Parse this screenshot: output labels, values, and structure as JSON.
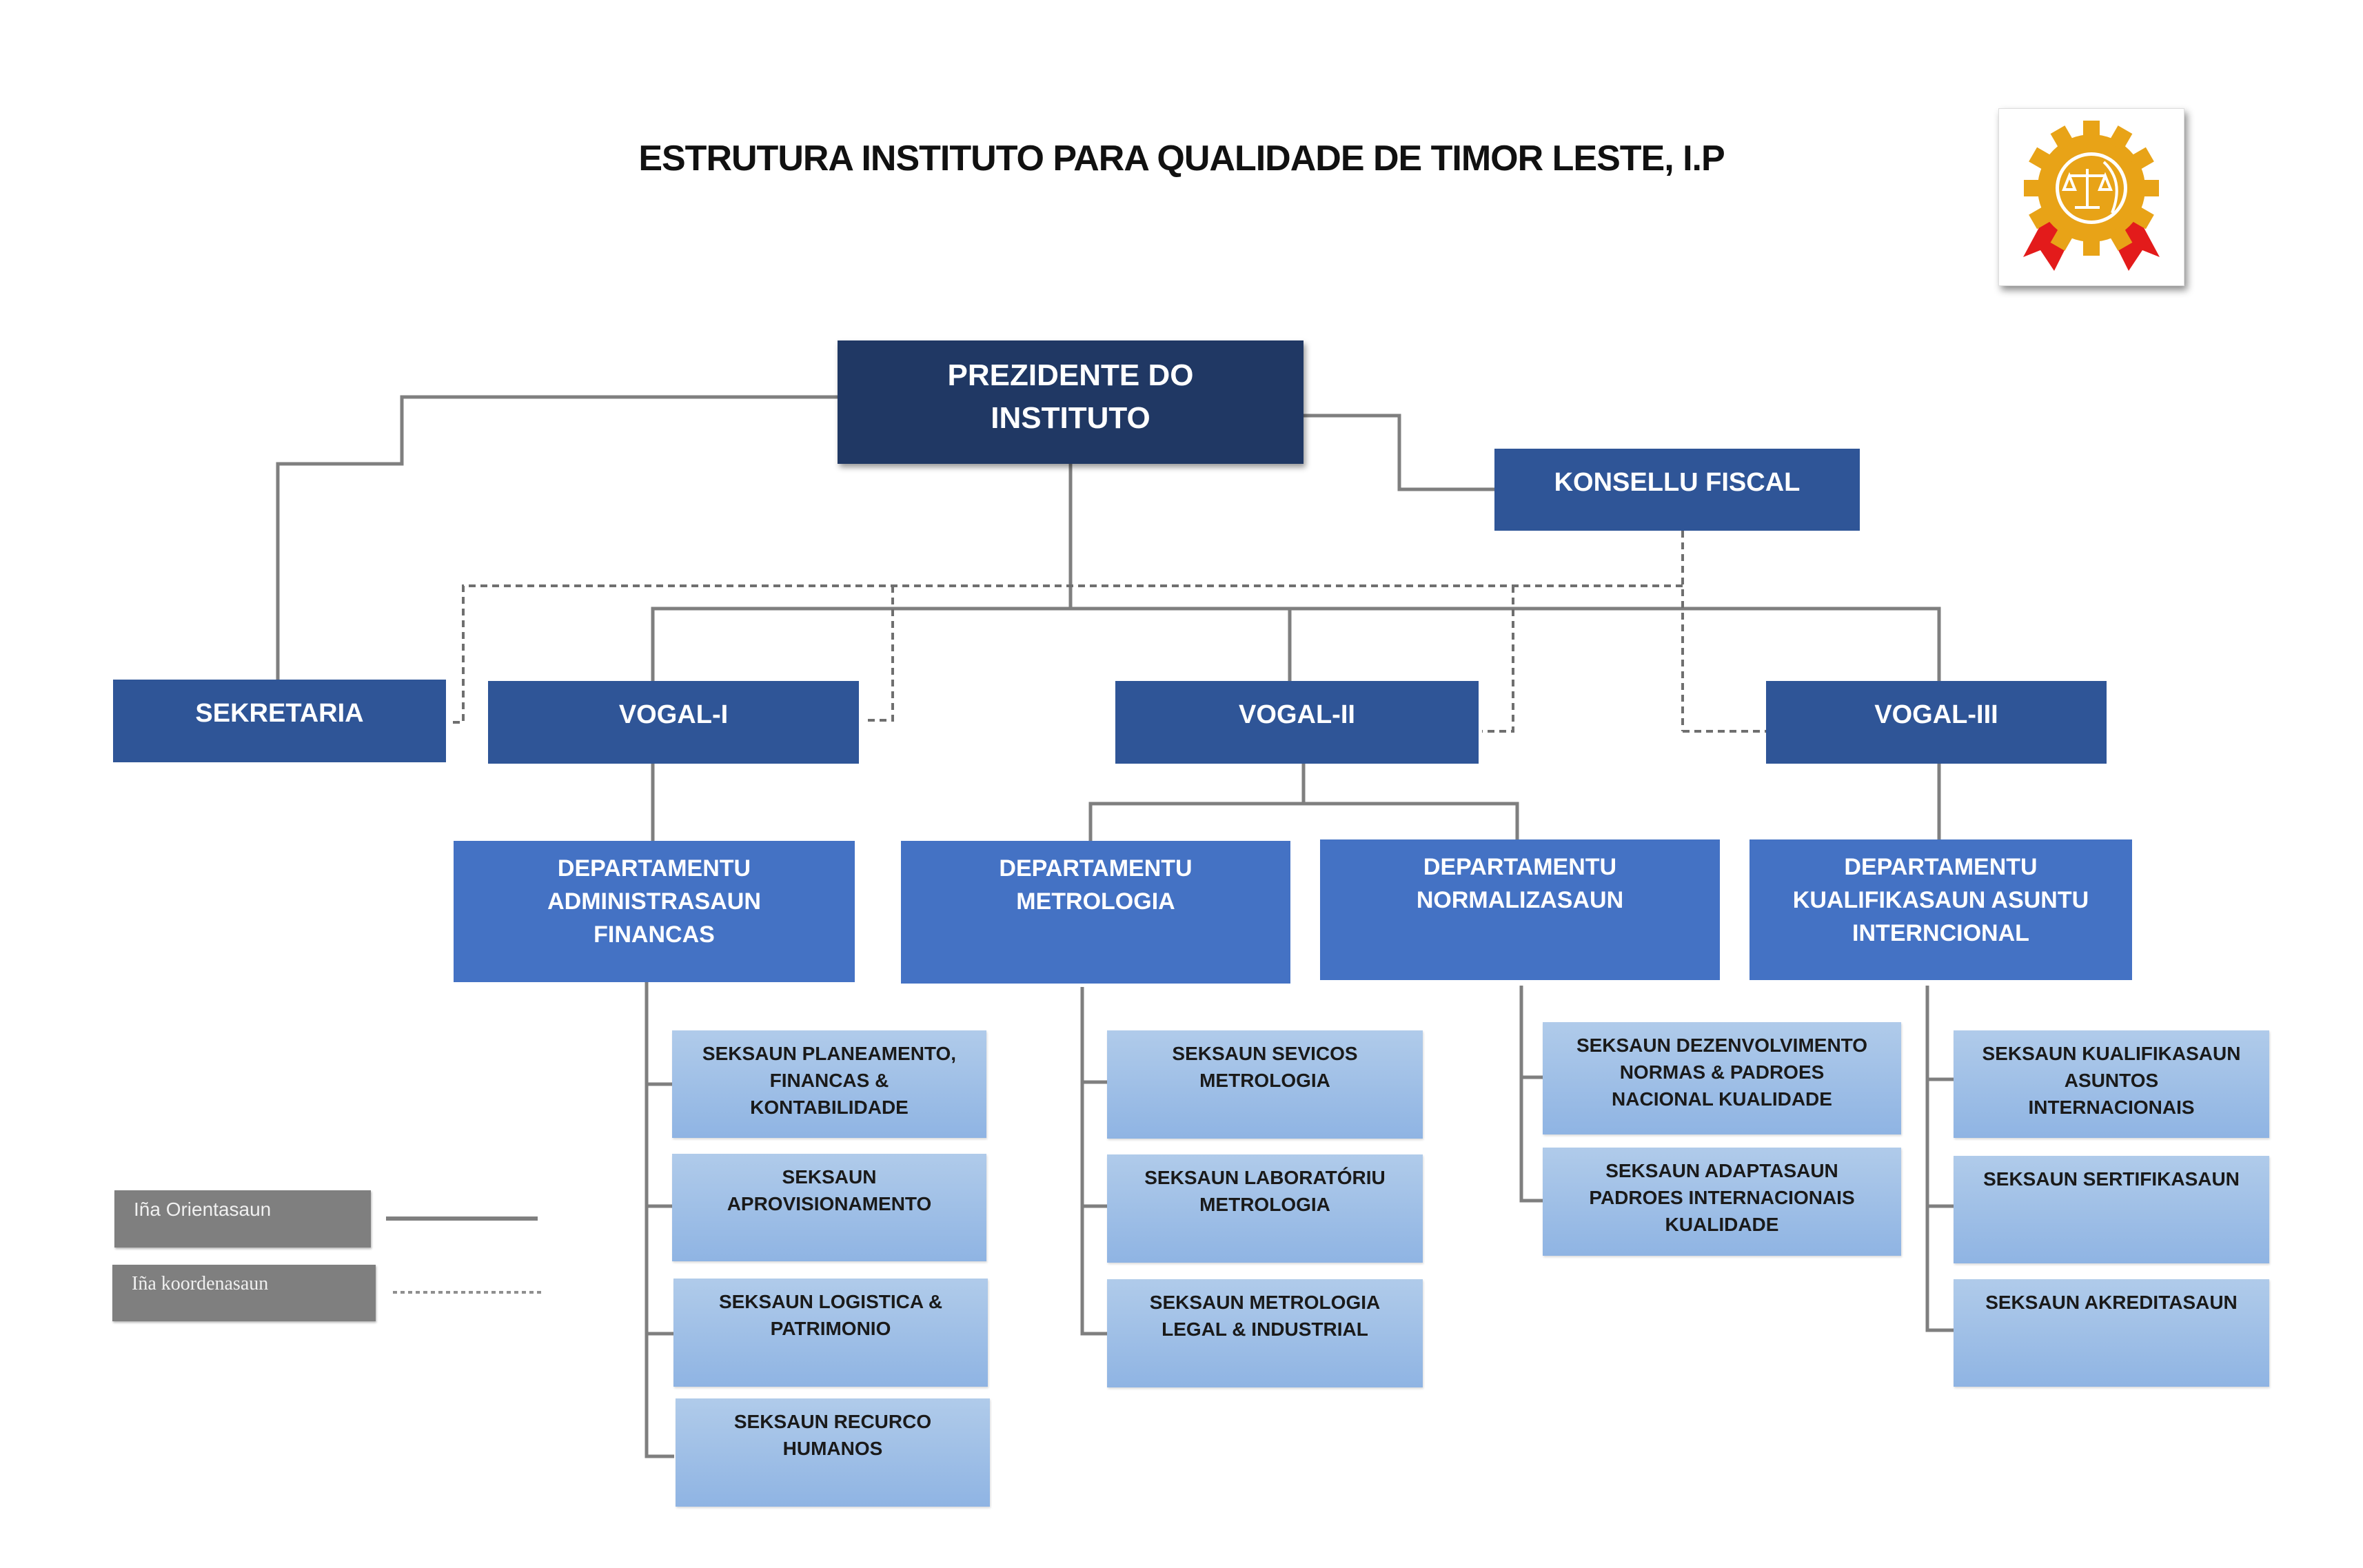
{
  "title": "ESTRUTURA INSTITUTO PARA QUALIDADE DE TIMOR LESTE, I.P",
  "logo": {
    "icon": "gear-scales-ribbon-emblem",
    "colors": {
      "gear": "#e8a317",
      "ribbon": "#e31b1b"
    }
  },
  "colors": {
    "president": "#203864",
    "level1": "#2f5597",
    "department": "#4472c4",
    "section_top": "#b0cbea",
    "section_bottom": "#8fb4e3",
    "line": "#7f7f7f",
    "legend": "#7f7f7f"
  },
  "nodes": {
    "prezidente": "PREZIDENTE DO\nINSTITUTO",
    "konsellu_fiscal": "KONSELLU FISCAL",
    "sekretaria": "SEKRETARIA",
    "vogal_1": "VOGAL-I",
    "vogal_2": "VOGAL-II",
    "vogal_3": "VOGAL-III"
  },
  "departments": [
    {
      "name": "DEPARTAMENTU\nADMINISTRASAUN\nFINANCAS",
      "reports_to": "VOGAL-I",
      "sections": [
        "SEKSAUN PLANEAMENTO,\nFINANCAS &\nKONTABILIDADE",
        "SEKSAUN\nAPROVISIONAMENTO",
        "SEKSAUN LOGISTICA &\nPATRIMONIO",
        "SEKSAUN RECURCO\nHUMANOS"
      ]
    },
    {
      "name": "DEPARTAMENTU\nMETROLOGIA",
      "reports_to": "VOGAL-II",
      "sections": [
        "SEKSAUN SEVICOS\nMETROLOGIA",
        "SEKSAUN LABORATÓRIU\nMETROLOGIA",
        "SEKSAUN METROLOGIA\nLEGAL & INDUSTRIAL"
      ]
    },
    {
      "name": "DEPARTAMENTU\nNORMALIZASAUN",
      "reports_to": "VOGAL-II",
      "sections": [
        "SEKSAUN DEZENVOLVIMENTO\nNORMAS & PADROES\nNACIONAL KUALIDADE",
        "SEKSAUN ADAPTASAUN\nPADROES INTERNACIONAIS\nKUALIDADE"
      ]
    },
    {
      "name": "DEPARTAMENTU\nKUALIFIKASAUN ASUNTU\nINTERNCIONAL",
      "reports_to": "VOGAL-III",
      "sections": [
        "SEKSAUN KUALIFIKASAUN\nASUNTOS\nINTERNACIONAIS",
        "SEKSAUN SERTIFIKASAUN",
        "SEKSAUN AKREDITASAUN"
      ]
    }
  ],
  "legend": [
    {
      "label": "Iña Orientasaun",
      "line": "solid"
    },
    {
      "label": "Iña koordenasaun",
      "line": "dotted"
    }
  ]
}
